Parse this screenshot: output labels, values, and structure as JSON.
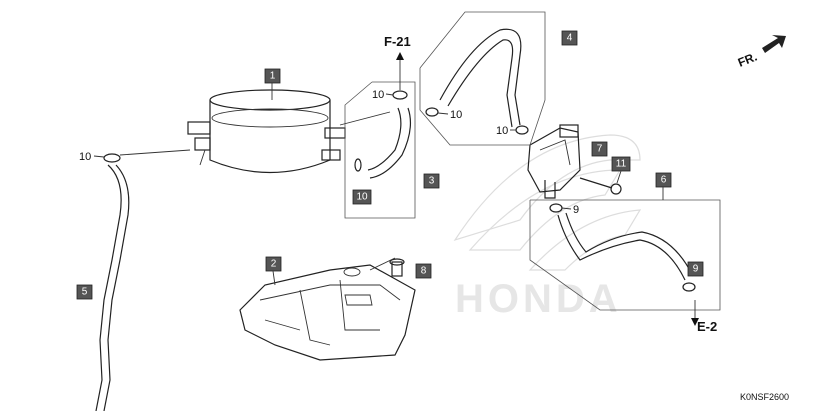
{
  "callouts": {
    "c1": "1",
    "c2": "2",
    "c3": "3",
    "c4": "4",
    "c5": "5",
    "c6": "6",
    "c7": "7",
    "c8": "8",
    "c9": "9",
    "c10": "10",
    "c11": "11"
  },
  "labels": {
    "ten_a": "10",
    "ten_b": "10",
    "ten_c": "10",
    "ten_d": "10",
    "nine": "9",
    "ref_f21": "F-21",
    "ref_e2": "E-2",
    "front": "FR.",
    "catalog_code": "K0NSF2600"
  },
  "watermark": {
    "text": "HONDA"
  },
  "colors": {
    "line": "#222222",
    "callout_fill": "#555555",
    "watermark": "#dddddd"
  }
}
